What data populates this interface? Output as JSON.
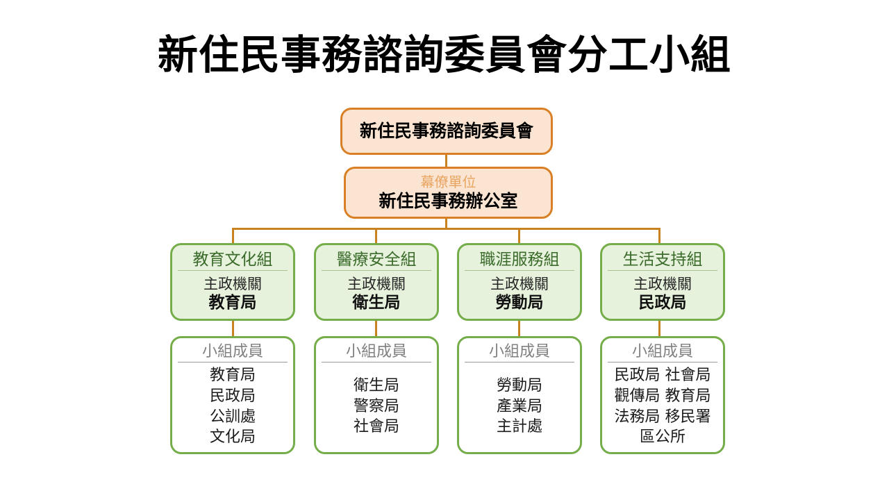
{
  "title": "新住民事務諮詢委員會分工小組",
  "colors": {
    "orange_border": "#D98026",
    "orange_fill": "#FBE5D2",
    "orange_kicker_text": "#E8A461",
    "green_border": "#74AD49",
    "green_fill": "#E6F2DC",
    "green_head_text": "#3B6B2A",
    "member_head_text": "#808080",
    "connector": "#C8821F",
    "title_text": "#000000"
  },
  "committee": {
    "name": "新住民事務諮詢委員會"
  },
  "staff_office": {
    "kicker": "幕僚單位",
    "name": "新住民事務辦公室"
  },
  "labels": {
    "lead_agency": "主政機關",
    "members_header": "小組成員"
  },
  "groups": [
    {
      "name": "教育文化組",
      "lead_label": "主政機關",
      "lead_agency": "教育局",
      "members_header": "小組成員",
      "members": [
        "教育局",
        "民政局",
        "公訓處",
        "文化局"
      ]
    },
    {
      "name": "醫療安全組",
      "lead_label": "主政機關",
      "lead_agency": "衛生局",
      "members_header": "小組成員",
      "members": [
        "衛生局",
        "警察局",
        "社會局"
      ]
    },
    {
      "name": "職涯服務組",
      "lead_label": "主政機關",
      "lead_agency": "勞動局",
      "members_header": "小組成員",
      "members": [
        "勞動局",
        "產業局",
        "主計處"
      ]
    },
    {
      "name": "生活支持組",
      "lead_label": "主政機關",
      "lead_agency": "民政局",
      "members_header": "小組成員",
      "members": [
        "民政局 社會局",
        "觀傳局 教育局",
        "法務局 移民署",
        "區公所"
      ]
    }
  ]
}
